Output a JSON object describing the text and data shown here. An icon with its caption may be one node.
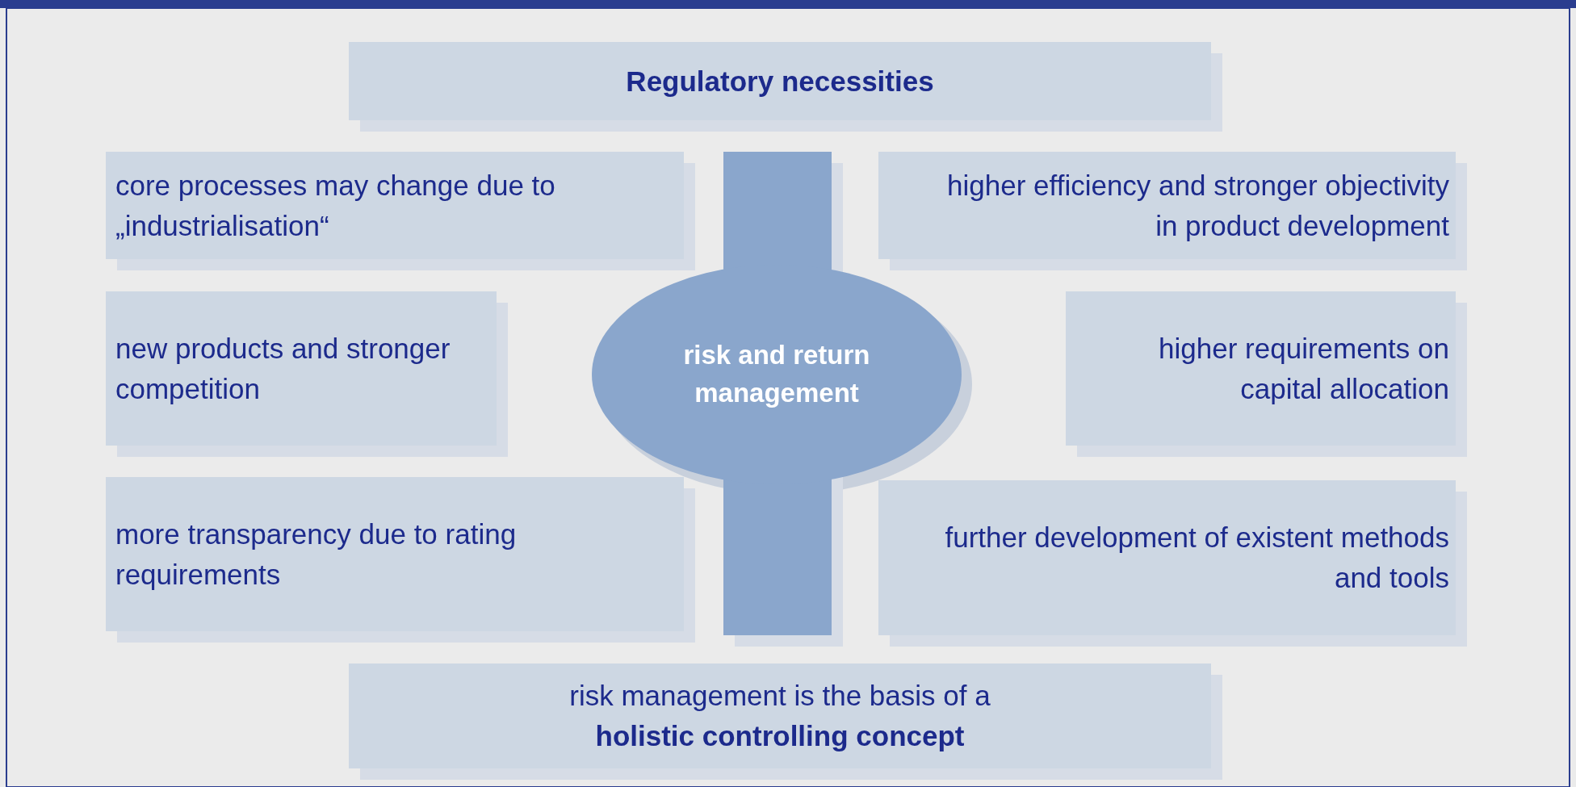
{
  "diagram": {
    "nodes": [
      {
        "text": [
          "Regulatory necessities"
        ]
      },
      {
        "text": [
          "core processes may change due to „industrialisation“"
        ]
      },
      {
        "text": [
          "higher efficiency and stronger objectivity in product development"
        ]
      },
      {
        "text": [
          "new products and stronger competition"
        ]
      },
      {
        "text": [
          "risk and return management"
        ]
      },
      {
        "text": [
          "higher requirements on capital allocation"
        ]
      },
      {
        "text": [
          "more transparency due to rating requirements"
        ]
      },
      {
        "text": [
          "further development of existent methods and tools"
        ]
      },
      {
        "text": [
          "risk management is the basis of a **holistic controlling concept**"
        ]
      }
    ],
    "edges": []
  }
}
